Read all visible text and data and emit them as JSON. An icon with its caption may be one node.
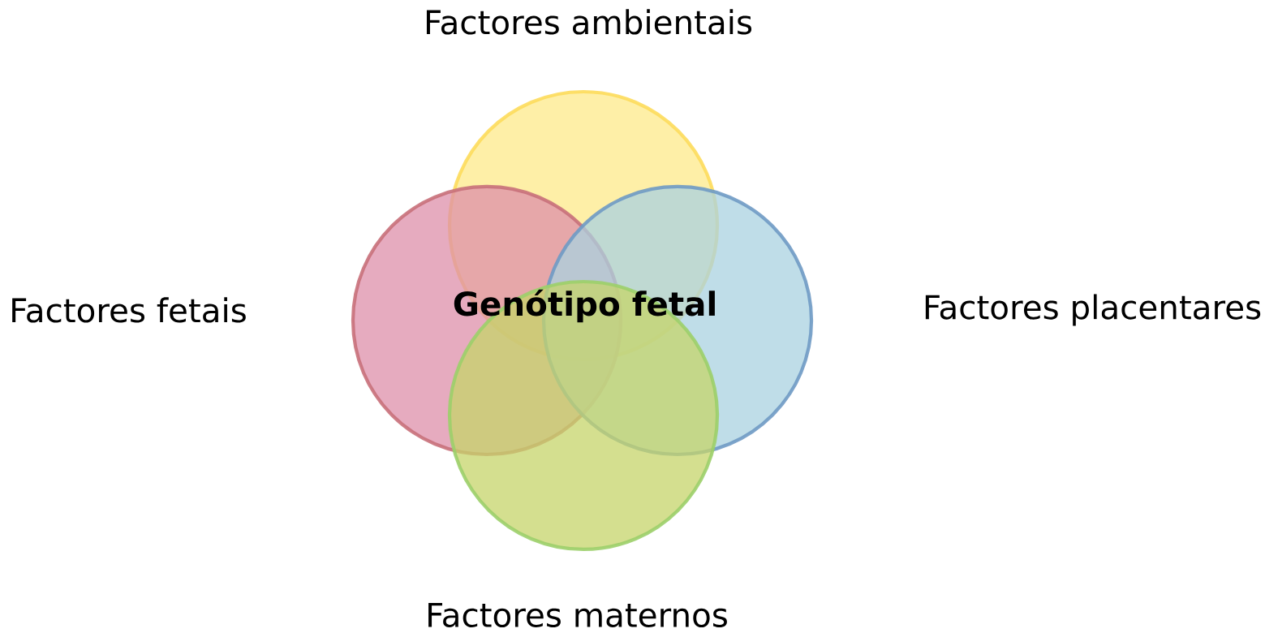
{
  "diagram": {
    "nodes": [
      {
        "text": [
          "Factores ambientais"
        ]
      },
      {
        "text": [
          "Factores fetais"
        ]
      },
      {
        "text": [
          "Factores placentares"
        ]
      },
      {
        "text": [
          "Factores maternos"
        ]
      }
    ],
    "labels": [
      "Genótipo fetal"
    ]
  }
}
